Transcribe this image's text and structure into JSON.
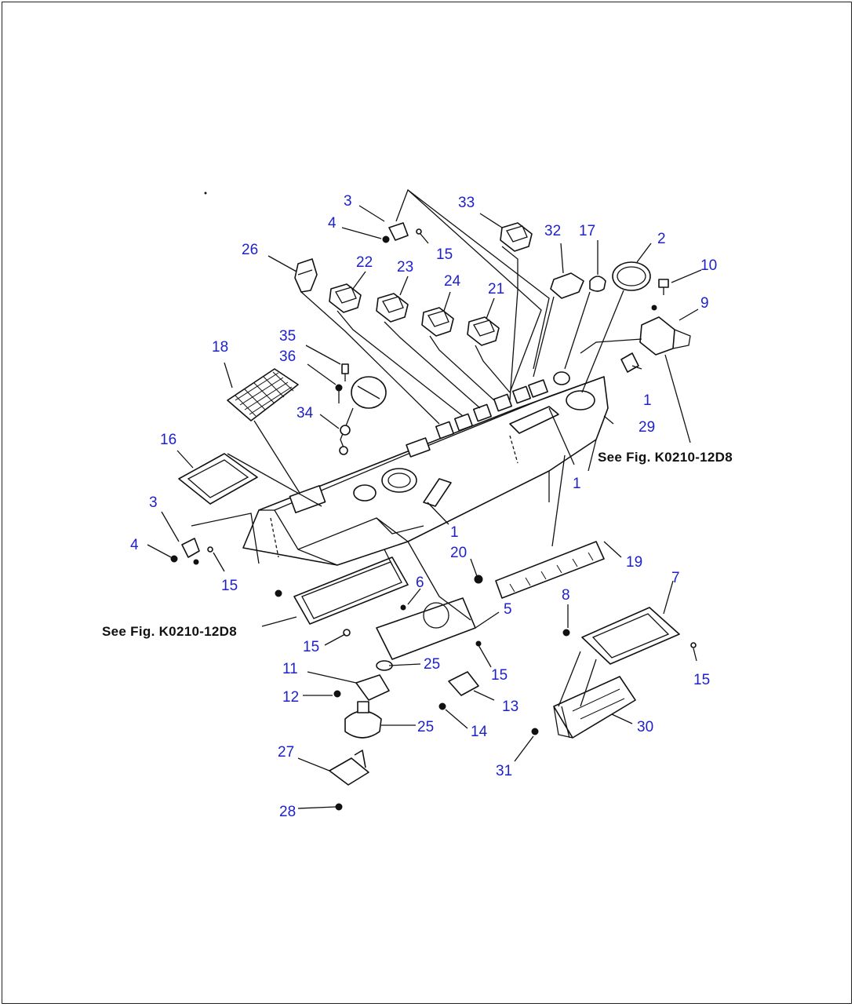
{
  "figure": {
    "callouts": [
      {
        "id": "c3a",
        "text": "3"
      },
      {
        "id": "c4a",
        "text": "4"
      },
      {
        "id": "c15a",
        "text": "15"
      },
      {
        "id": "c33",
        "text": "33"
      },
      {
        "id": "c32",
        "text": "32"
      },
      {
        "id": "c17",
        "text": "17"
      },
      {
        "id": "c2",
        "text": "2"
      },
      {
        "id": "c10",
        "text": "10"
      },
      {
        "id": "c9",
        "text": "9"
      },
      {
        "id": "c26",
        "text": "26"
      },
      {
        "id": "c22",
        "text": "22"
      },
      {
        "id": "c23",
        "text": "23"
      },
      {
        "id": "c24",
        "text": "24"
      },
      {
        "id": "c21",
        "text": "21"
      },
      {
        "id": "c35",
        "text": "35"
      },
      {
        "id": "c36",
        "text": "36"
      },
      {
        "id": "c18",
        "text": "18"
      },
      {
        "id": "c34",
        "text": "34"
      },
      {
        "id": "c1a",
        "text": "1"
      },
      {
        "id": "c29",
        "text": "29"
      },
      {
        "id": "c1b",
        "text": "1"
      },
      {
        "id": "c16",
        "text": "16"
      },
      {
        "id": "c1c",
        "text": "1"
      },
      {
        "id": "c3b",
        "text": "3"
      },
      {
        "id": "c4b",
        "text": "4"
      },
      {
        "id": "c15b",
        "text": "15"
      },
      {
        "id": "c20",
        "text": "20"
      },
      {
        "id": "c19",
        "text": "19"
      },
      {
        "id": "c6",
        "text": "6"
      },
      {
        "id": "c5",
        "text": "5"
      },
      {
        "id": "c7",
        "text": "7"
      },
      {
        "id": "c8",
        "text": "8"
      },
      {
        "id": "c15c",
        "text": "15"
      },
      {
        "id": "c25a",
        "text": "25"
      },
      {
        "id": "c15d",
        "text": "15"
      },
      {
        "id": "c15e",
        "text": "15"
      },
      {
        "id": "c11",
        "text": "11"
      },
      {
        "id": "c12",
        "text": "12"
      },
      {
        "id": "c13",
        "text": "13"
      },
      {
        "id": "c25b",
        "text": "25"
      },
      {
        "id": "c14",
        "text": "14"
      },
      {
        "id": "c30",
        "text": "30"
      },
      {
        "id": "c27",
        "text": "27"
      },
      {
        "id": "c31",
        "text": "31"
      },
      {
        "id": "c28",
        "text": "28"
      }
    ],
    "references": {
      "right": "See Fig. K0210-12D8",
      "left": "See Fig. K0210-12D8"
    },
    "colors": {
      "callout": "#1e22c8",
      "line": "#111111",
      "background": "#ffffff"
    }
  }
}
